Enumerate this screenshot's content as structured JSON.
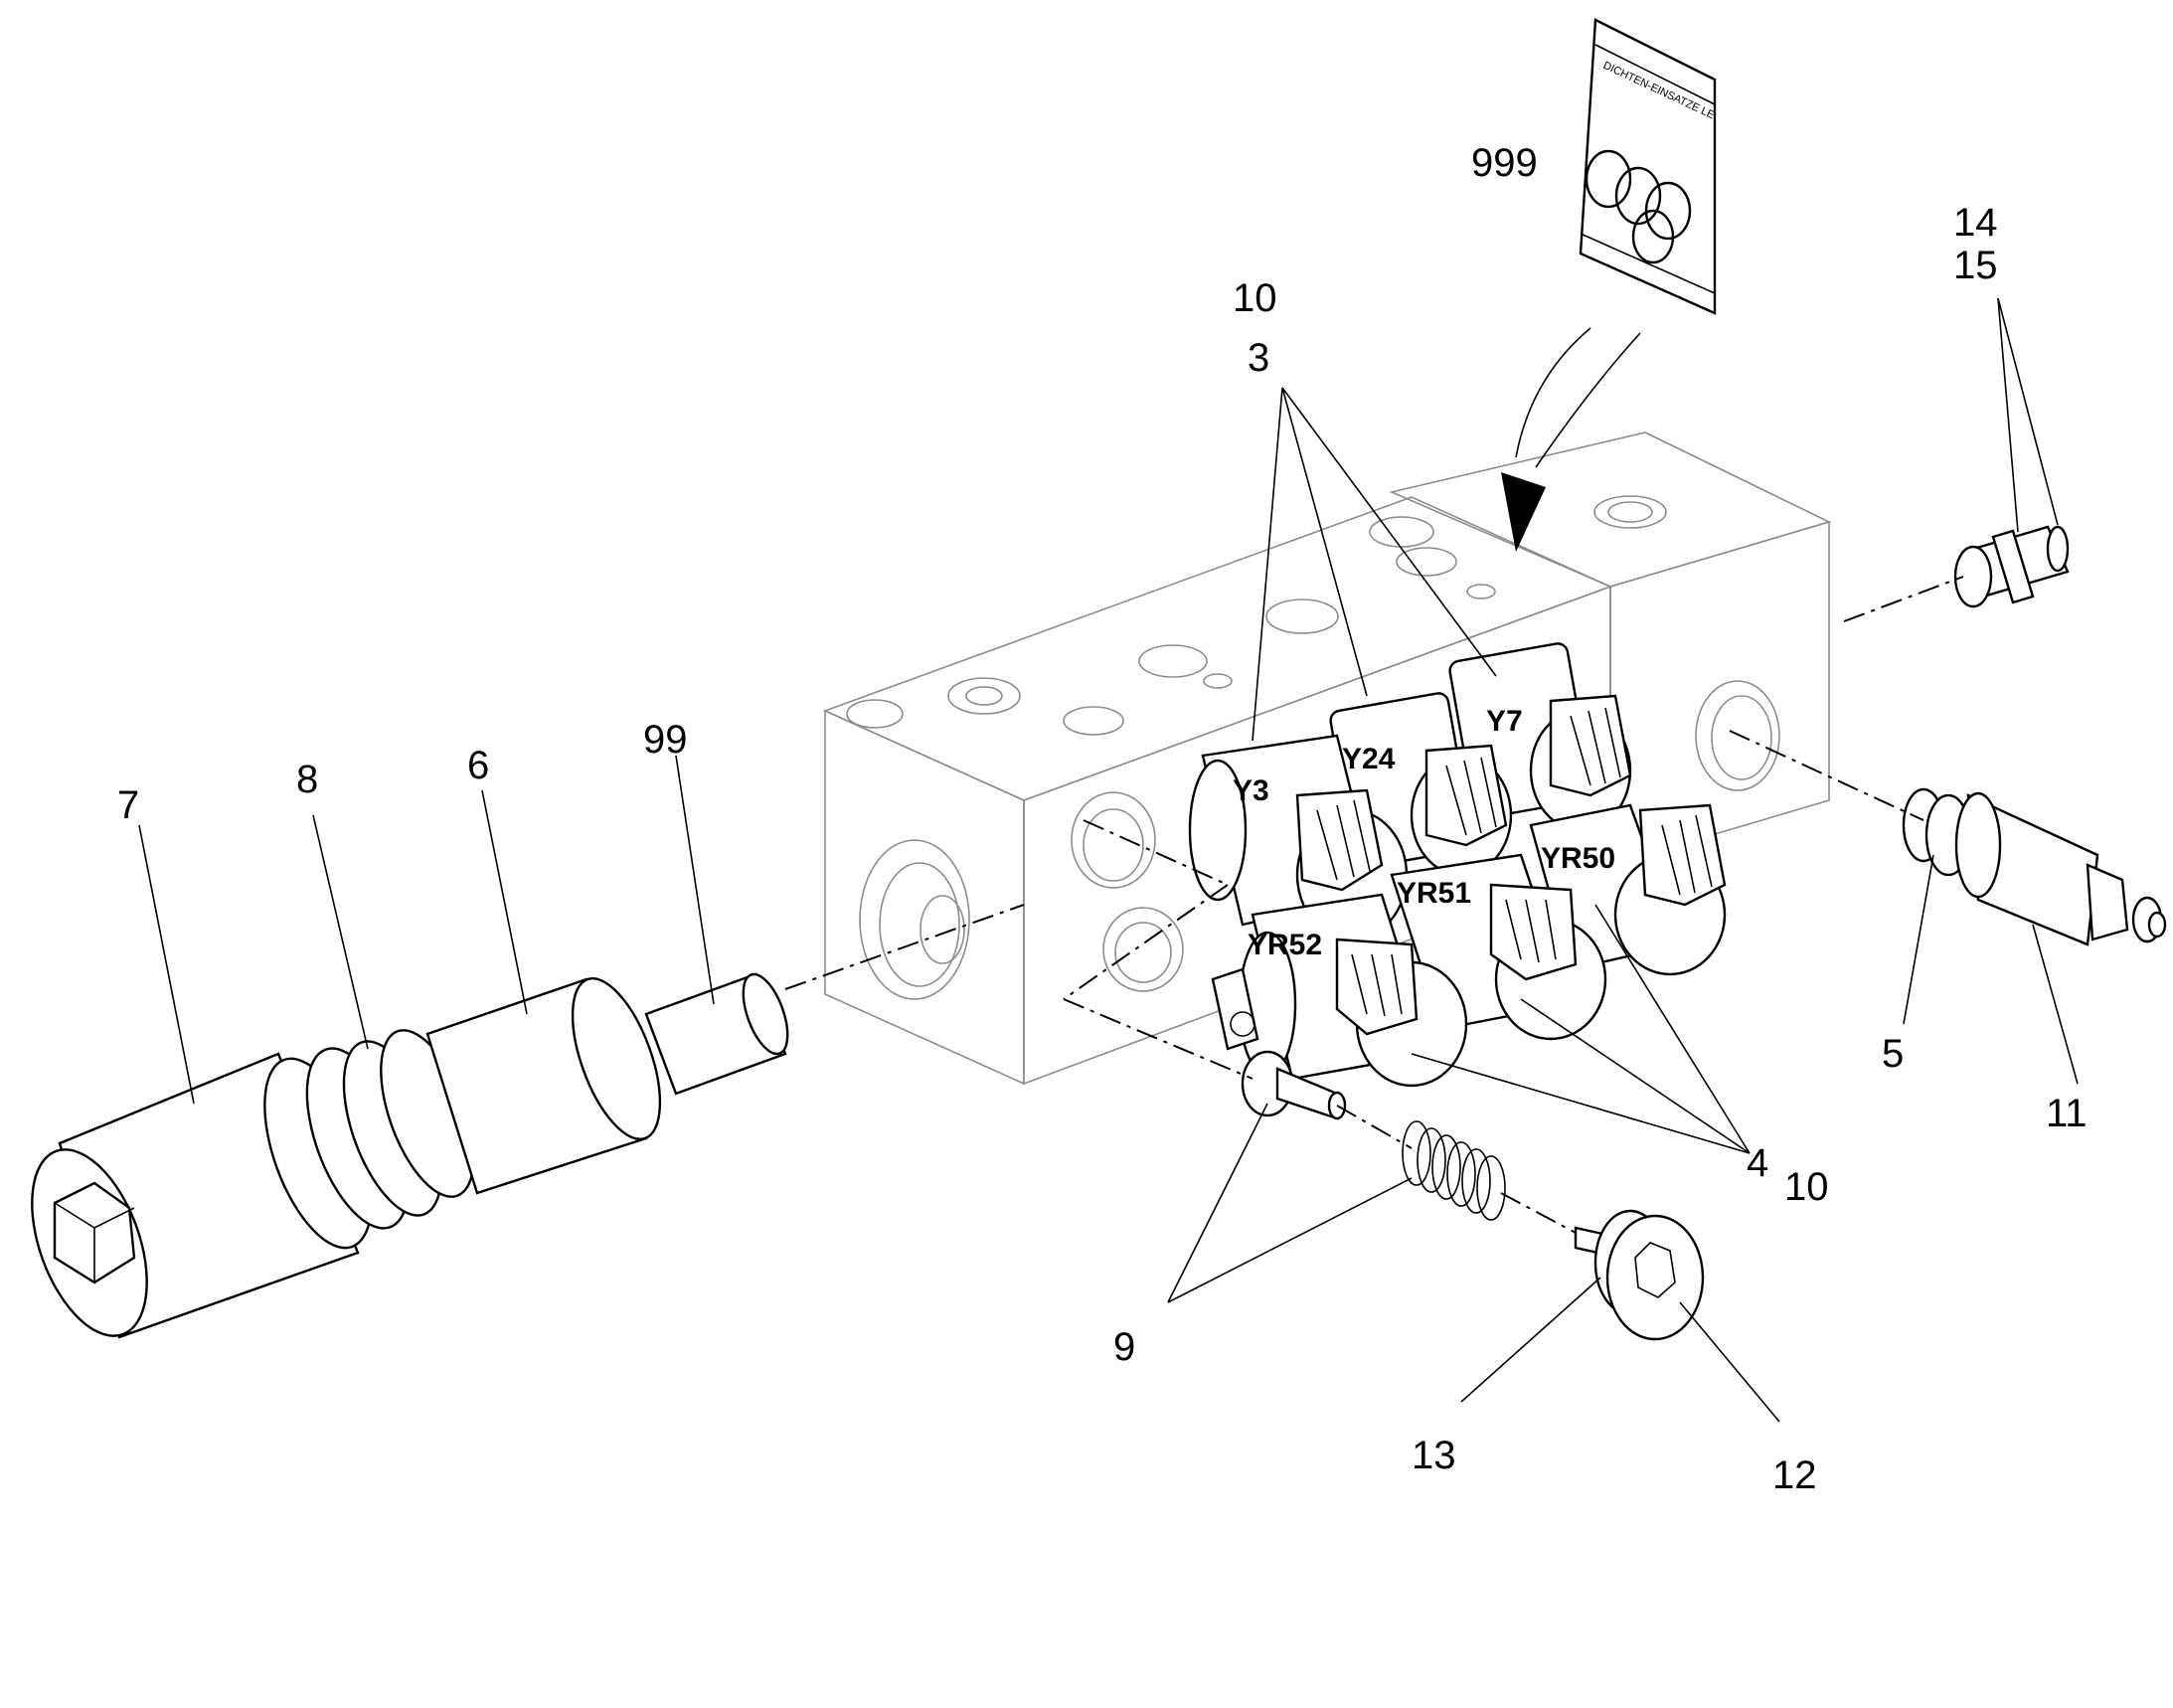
{
  "callouts": {
    "c7": "7",
    "c8": "8",
    "c6": "6",
    "c99": "99",
    "c10_top": "10",
    "c3": "3",
    "c999": "999",
    "c14": "14",
    "c15": "15",
    "c5": "5",
    "c11": "11",
    "c4": "4",
    "c10_bottom": "10",
    "c9": "9",
    "c13": "13",
    "c12": "12"
  },
  "coil_labels": {
    "y3": "Y3",
    "y24": "Y24",
    "y7": "Y7",
    "yr50": "YR50",
    "yr51": "YR51",
    "yr52": "YR52"
  },
  "bag_text": "DICHTEN-EINSATZE LE"
}
